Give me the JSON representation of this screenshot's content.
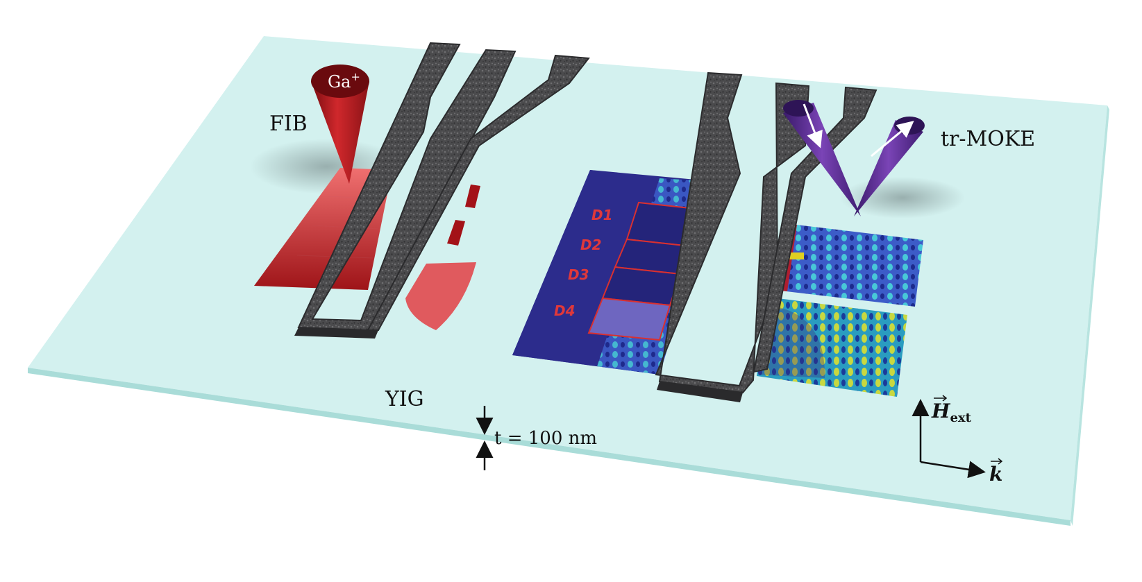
{
  "labels": {
    "fib": "FIB",
    "ion": "Ga",
    "ion_charge": "+",
    "moke": "tr-MOKE",
    "material": "YIG",
    "thickness": "t = 100 nm",
    "field": "H",
    "field_sub": "ext",
    "wavevector": "k"
  },
  "detectors": [
    "D1",
    "D2",
    "D3",
    "D4"
  ],
  "colors": {
    "substrate": "#d3f1ef",
    "substrate_edge": "#a9dcd8",
    "antenna": "#4a4a4c",
    "fib_beam": "#b0161a",
    "moke_beam": "#5a2a8c",
    "map_bg": "#2a2a8a",
    "detector_frame": "#d93030"
  }
}
